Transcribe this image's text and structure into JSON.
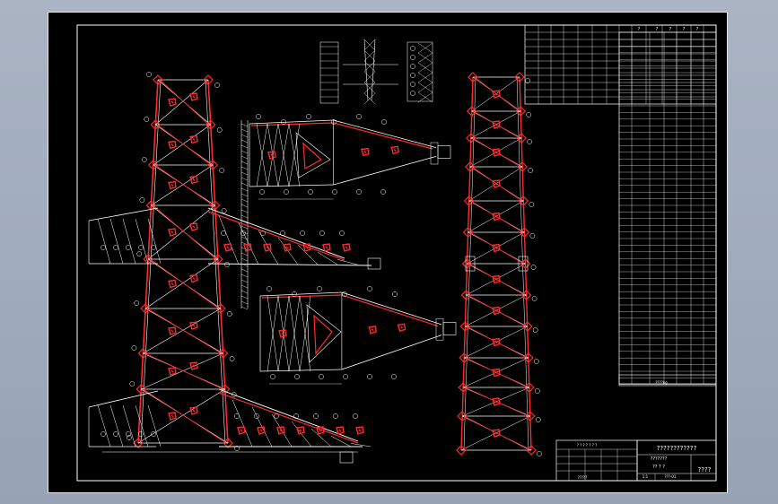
{
  "sheet": {
    "background": "#000000",
    "line_color": "#ffffff",
    "member_color": "#ff2a2a"
  },
  "parts_table": {
    "headers": [
      "?",
      "?",
      "?",
      "?",
      "?"
    ],
    "rows": 52,
    "total_label": "????kg"
  },
  "summary_table": {
    "title": "? ? ? ? ? ? ?",
    "total_label": "?????"
  },
  "title_block": {
    "project": "????????????",
    "drawing_name": "???????",
    "drawing_sub": "?? ? ?",
    "drawing_no": "????",
    "scale": "1:1",
    "sheet_no": "???-01"
  },
  "icons": {
    "part_tag": "circle-tag-icon",
    "gusset": "gusset-plate-icon"
  }
}
